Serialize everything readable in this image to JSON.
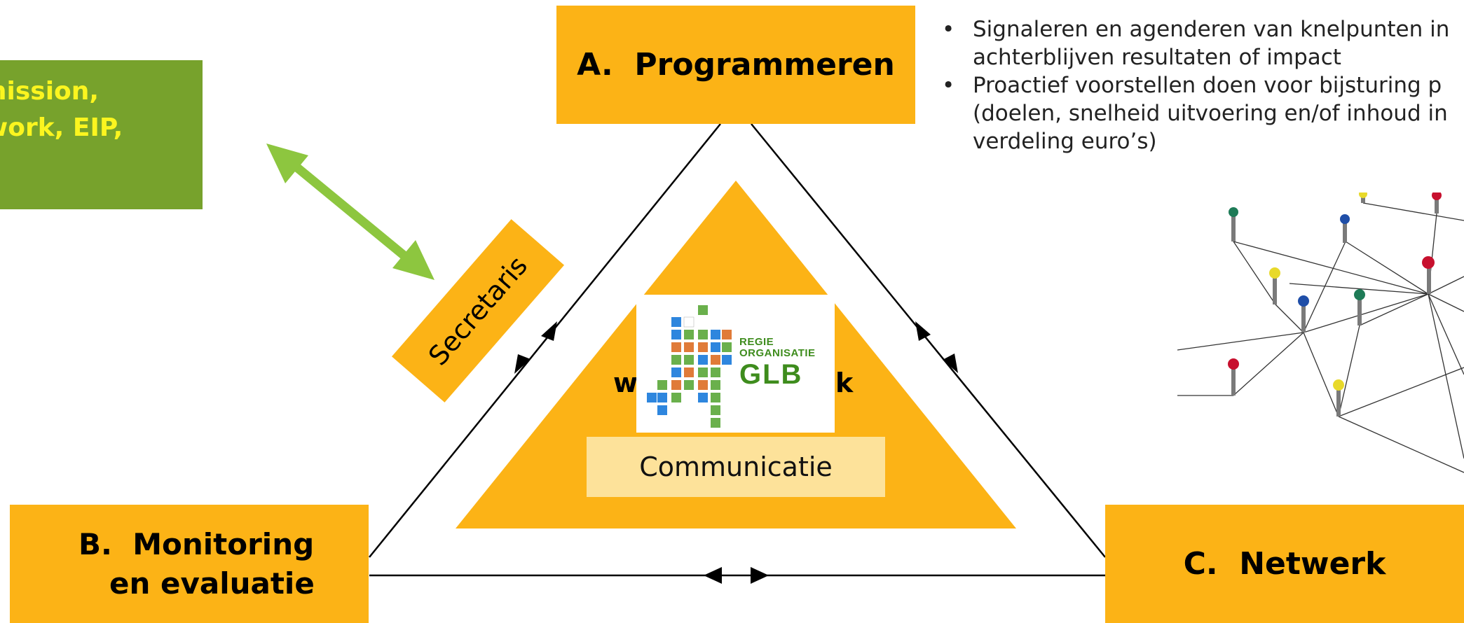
{
  "boxes": {
    "a_label": "A.  Programmeren",
    "b_line1": "B.  Monitoring",
    "b_line2": "en evaluatie",
    "c_label": "C.  Netwerk"
  },
  "secretaris_label": "Secretaris",
  "green_box": {
    "line1": "mission,",
    "line2": "work, EIP,"
  },
  "bullets": [
    {
      "line1": "Signaleren en agenderen van knelpunten in",
      "line2": "achterblijven resultaten of impact",
      "line3": ""
    },
    {
      "line1": "Proactief voorstellen doen voor bijsturing p",
      "line2": "(doelen, snelheid uitvoering en/of inhoud in",
      "line3": "verdeling euro’s)"
    }
  ],
  "inner": {
    "w_fragment": "w",
    "k_fragment": "k",
    "communicatie_label": "Communicatie"
  },
  "logo": {
    "line1": "REGIE",
    "line2": "ORGANISATIE",
    "line3": "GLB"
  },
  "colors": {
    "orange": "#fcb316",
    "light_orange": "#fde29a",
    "green_box": "#77a22c",
    "green_text": "#fbf51f",
    "arrow_green": "#8dc63f",
    "logo_green": "#3e8c1d"
  },
  "icons": {
    "double_arrow": "double-arrow-icon",
    "network_pins": "network-pins-image"
  }
}
